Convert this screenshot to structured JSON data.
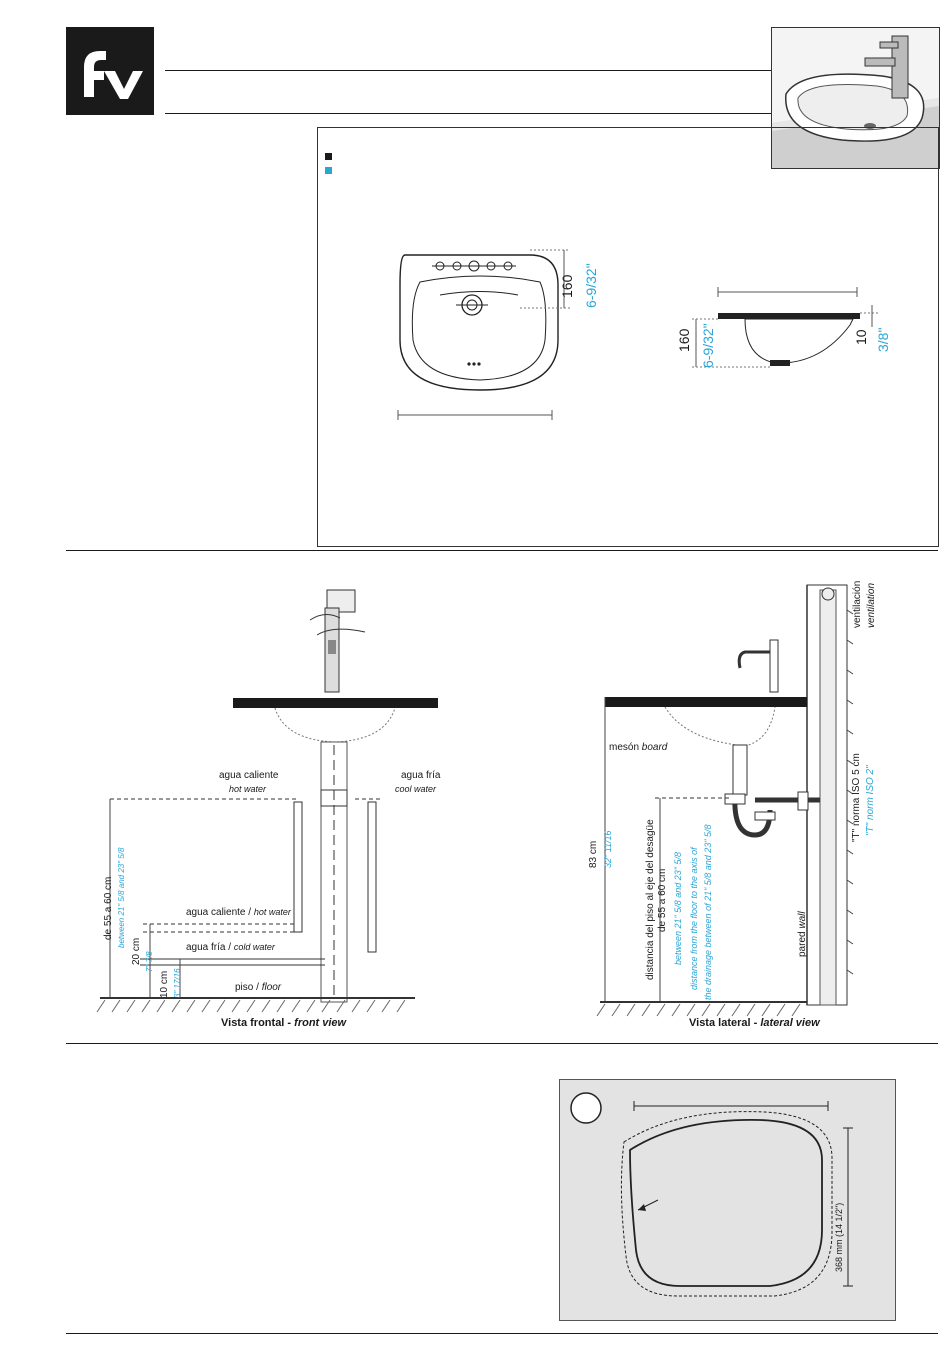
{
  "dimensions_box": {
    "top_view": {
      "depth_mm": "160",
      "depth_in": "6-9/32\""
    },
    "side_view": {
      "depth_mm": "160",
      "depth_in": "6-9/32\"",
      "rim_mm": "10",
      "rim_in": "3/8\""
    }
  },
  "installation": {
    "front_view": {
      "hot_water": "agua caliente",
      "hot_water_en": "hot water",
      "cold_water": "agua fría",
      "cold_water_en": "cool water",
      "hot_water_line": "agua caliente / ",
      "hot_water_line_en": "hot water",
      "cold_water_line": "agua fría / ",
      "cold_water_line_en": "cold water",
      "floor": "piso / ",
      "floor_en": "floor",
      "range": "de  55  a  60 cm",
      "range_en": "between 21\" 5/8 and 23\" 5/8",
      "h20": "20 cm",
      "h20_en": "7\" 7/8",
      "h10": "10 cm",
      "h10_en": "3\" 17/16",
      "caption": "Vista frontal - ",
      "caption_en": "front view"
    },
    "lateral_view": {
      "ventilation": "ventilación",
      "ventilation_en": "ventilation",
      "board": "mesón ",
      "board_en": "board",
      "height": "83 cm",
      "height_en": "32\" 11/16",
      "drain1": "distancia del piso al eje del desagüe",
      "drain2": "de 55 a 60 cm",
      "drain_en1": "between 21\" 5/8 and 23\" 5/8",
      "drain_en2": "distance from the floor to the axis of",
      "drain_en3": "the drainage between of 21\" 5/8 and 23\" 5/8",
      "norm": "\"T\" norma ISO 5 cm",
      "norm_en": "\"T\" norm ISO  2\"",
      "wall": "pared  ",
      "wall_en": "wall",
      "caption": "Vista lateral - ",
      "caption_en": "lateral view"
    }
  },
  "template": {
    "height_label": "368 mm  (14  1/2\")"
  },
  "colors": {
    "accent": "#2aa6d6",
    "dark": "#1a1a1a",
    "panel": "#e3e3e3"
  }
}
